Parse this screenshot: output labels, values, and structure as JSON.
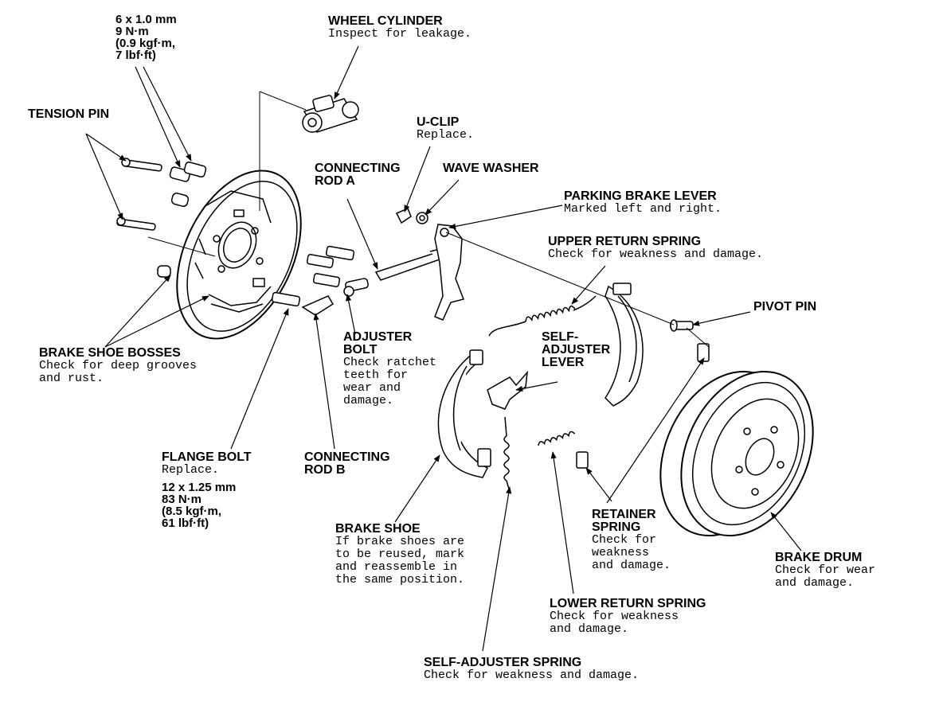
{
  "labels": {
    "torque_small": [
      "6 x 1.0 mm",
      "9 N·m",
      "(0.9 kgf·m,",
      "7 lbf·ft)"
    ],
    "wheel_cylinder": {
      "title": "WHEEL CYLINDER",
      "desc": [
        "Inspect for leakage."
      ]
    },
    "tension_pin": {
      "title": "TENSION PIN"
    },
    "u_clip": {
      "title": "U-CLIP",
      "desc": [
        "Replace."
      ]
    },
    "connecting_rod_a": {
      "title": [
        "CONNECTING",
        "ROD A"
      ]
    },
    "wave_washer": {
      "title": "WAVE WASHER"
    },
    "parking_brake_lever": {
      "title": "PARKING BRAKE LEVER",
      "desc": [
        "Marked left and right."
      ]
    },
    "upper_return_spring": {
      "title": "UPPER RETURN SPRING",
      "desc": [
        "Check for weakness and damage."
      ]
    },
    "pivot_pin": {
      "title": "PIVOT PIN"
    },
    "adjuster_bolt": {
      "title": [
        "ADJUSTER",
        "BOLT"
      ],
      "desc": [
        "Check ratchet",
        "teeth for",
        "wear and",
        "damage."
      ]
    },
    "self_adjuster_lever": {
      "title": [
        "SELF-",
        "ADJUSTER",
        "LEVER"
      ]
    },
    "brake_shoe_bosses": {
      "title": "BRAKE SHOE BOSSES",
      "desc": [
        "Check for deep grooves",
        "and rust."
      ]
    },
    "flange_bolt": {
      "title": "FLANGE BOLT",
      "desc": [
        "Replace."
      ],
      "torque": [
        "12 x 1.25 mm",
        "83 N·m",
        "(8.5 kgf·m,",
        "61 lbf·ft)"
      ]
    },
    "connecting_rod_b": {
      "title": [
        "CONNECTING",
        "ROD B"
      ]
    },
    "retainer_spring": {
      "title": [
        "RETAINER",
        "SPRING"
      ],
      "desc": [
        "Check for",
        "weakness",
        "and damage."
      ]
    },
    "brake_shoe": {
      "title": "BRAKE SHOE",
      "desc": [
        "If brake shoes are",
        "to be reused, mark",
        "and reassemble in",
        "the same position."
      ]
    },
    "brake_drum": {
      "title": "BRAKE DRUM",
      "desc": [
        "Check for wear",
        "and damage."
      ]
    },
    "lower_return_spring": {
      "title": "LOWER RETURN SPRING",
      "desc": [
        "Check for weakness",
        "and damage."
      ]
    },
    "self_adjuster_spring": {
      "title": "SELF-ADJUSTER SPRING",
      "desc": [
        "Check for weakness and damage."
      ]
    }
  }
}
